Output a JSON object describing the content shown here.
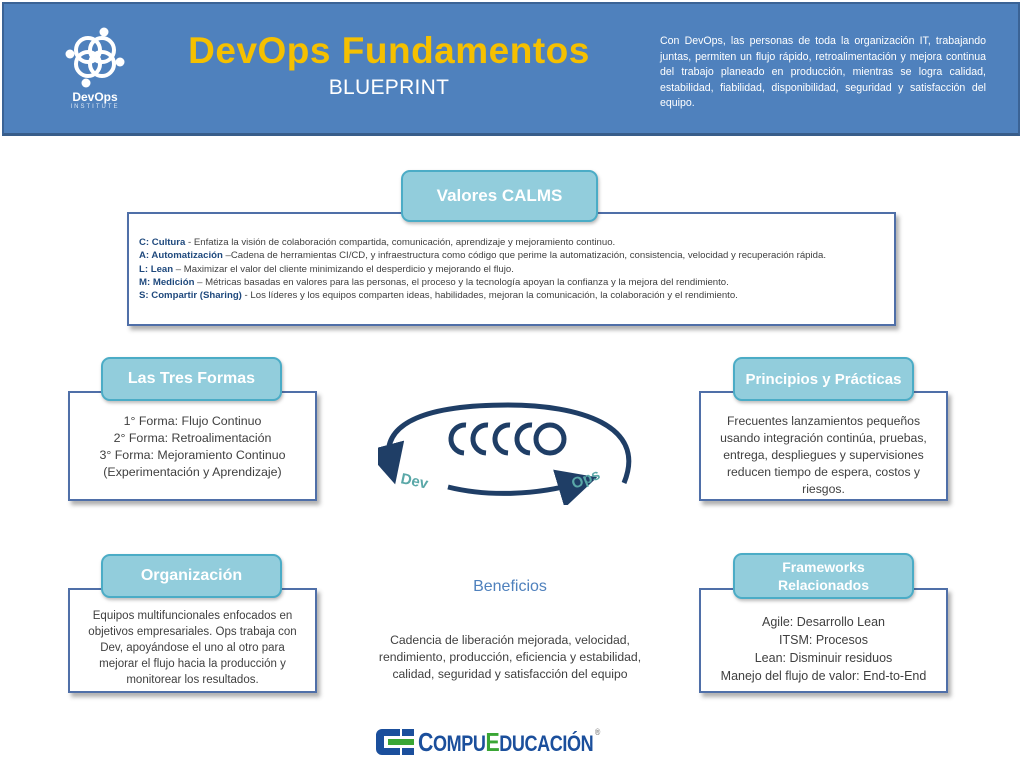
{
  "header": {
    "logo": {
      "name": "DevOps",
      "sub": "INSTITUTE",
      "icon": "devops-institute-logo"
    },
    "title": "DevOps Fundamentos",
    "subtitle": "BLUEPRINT",
    "intro": "Con DevOps, las personas de toda la organización IT, trabajando juntas, permiten un flujo rápido, retroalimentación y mejora continua del trabajo planeado en producción, mientras se logra calidad, estabilidad, fiabilidad, disponibilidad, seguridad y satisfacción del equipo."
  },
  "calms": {
    "title": "Valores CALMS",
    "items": [
      {
        "key": "C: Cultura",
        "text": " - Enfatiza la visión de colaboración compartida, comunicación, aprendizaje y mejoramiento continuo."
      },
      {
        "key": "A: Automatización",
        "text": " –Cadena de herramientas CI/CD, y infraestructura como código que perime la automatización, consistencia, velocidad y recuperación rápida."
      },
      {
        "key": "L: Lean",
        "text": " – Maximizar el valor del cliente minimizando el desperdicio y mejorando el flujo."
      },
      {
        "key": "M: Medición",
        "text": " – Métricas basadas en valores para las personas, el proceso y la tecnología apoyan la confianza y la mejora del rendimiento."
      },
      {
        "key": "S: Compartir (Sharing)",
        "text": " - Los líderes y los equipos comparten ideas, habilidades, mejoran la comunicación, la colaboración y el rendimiento."
      }
    ]
  },
  "tres_formas": {
    "title": "Las Tres Formas",
    "lines": [
      "1° Forma: Flujo Continuo",
      "2° Forma: Retroalimentación",
      "3° Forma: Mejoramiento Continuo",
      "(Experimentación y Aprendizaje)"
    ]
  },
  "principios": {
    "title": "Principios y Prácticas",
    "lines": [
      "Frecuentes lanzamientos pequeños",
      "usando integración continúa, pruebas,",
      "entrega, despliegues y supervisiones",
      "reducen tiempo de espera, costos y",
      "riesgos."
    ]
  },
  "diagram": {
    "left_label": "Dev",
    "right_label": "Ops",
    "colors": {
      "arrows": "#1f3e66",
      "labels": "#5aa8a8"
    }
  },
  "organizacion": {
    "title": "Organización",
    "lines": [
      "Equipos multifuncionales enfocados en",
      "objetivos empresariales. Ops trabaja con",
      "Dev, apoyándose el uno al otro para",
      "mejorar el flujo hacia la producción y",
      "monitorear los resultados."
    ]
  },
  "beneficios": {
    "title": "Beneficios",
    "lines": [
      "Cadencia de liberación mejorada, velocidad,",
      "rendimiento, producción, eficiencia y estabilidad,",
      "calidad, seguridad y satisfacción del equipo"
    ]
  },
  "frameworks": {
    "title_line1": "Frameworks",
    "title_line2": "Relacionados",
    "lines": [
      "Agile: Desarrollo Lean",
      "ITSM: Procesos",
      "Lean: Disminuir residuos",
      "Manejo del flujo de valor: End-to-End"
    ]
  },
  "footer": {
    "brand_part1_cap": "C",
    "brand_part1": "OMPU",
    "brand_part2_cap": "E",
    "brand_part2": "DUCACIÓN",
    "registered": "®"
  },
  "colors": {
    "header_bg": "#4f81bd",
    "title": "#f5c000",
    "tab_bg": "#92cddc",
    "tab_border": "#4bacc6",
    "box_border": "#4f6fa8",
    "calms_key": "#1f497d",
    "benefits_title": "#4f81bd",
    "brand_blue": "#1b4f9c",
    "brand_green": "#3aa635"
  }
}
